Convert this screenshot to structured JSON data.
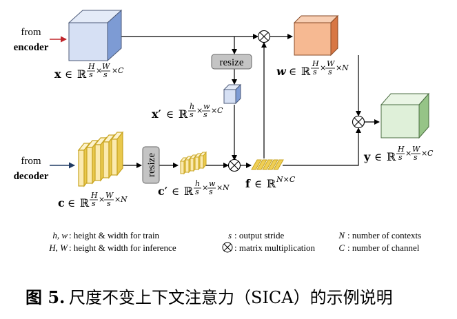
{
  "inputs": {
    "from_label_1": "from",
    "encoder": "encoder",
    "from_label_2": "from",
    "decoder": "decoder"
  },
  "resize_top": "resize",
  "resize_left": "resize",
  "math": {
    "x_sym": "x",
    "x_prime_sym": "x′",
    "c_sym": "c",
    "c_prime_sym": "c′",
    "f_sym": "f",
    "w_sym": "w",
    "y_sym": "y",
    "in": "∈",
    "R": "ℝ",
    "H": "H",
    "W": "W",
    "h": "h",
    "w": "w",
    "s": "s",
    "C": "C",
    "N": "N",
    "times": "×",
    "NxC": "N×C"
  },
  "legend": {
    "hw_sym": "h, w",
    "hw_desc": ": height & width for train",
    "HW_sym": "H, W",
    "HW_desc": ": height & width for inference",
    "s_sym": "s",
    "s_desc": ": output stride",
    "otimes_desc": ": matrix multiplication",
    "N_sym": "N",
    "N_desc": ": number of contexts",
    "C_sym": "C",
    "C_desc": ": number of channel"
  },
  "caption": {
    "prefix": "图 5.",
    "text": "尺度不变上下文注意力（SICA）的示例说明"
  },
  "colors": {
    "blue_face": "#d6e0f4",
    "blue_side": "#7d9bd4",
    "orange_face": "#f6b992",
    "orange_side": "#d87744",
    "green_face": "#dff0d9",
    "green_side": "#96c487",
    "yellow_face": "#fbeaaf",
    "yellow_edge": "#c8a421",
    "resize_fill": "#c4c4c4",
    "red_arrow": "#c0252a",
    "navy_arrow": "#1f3a63"
  }
}
